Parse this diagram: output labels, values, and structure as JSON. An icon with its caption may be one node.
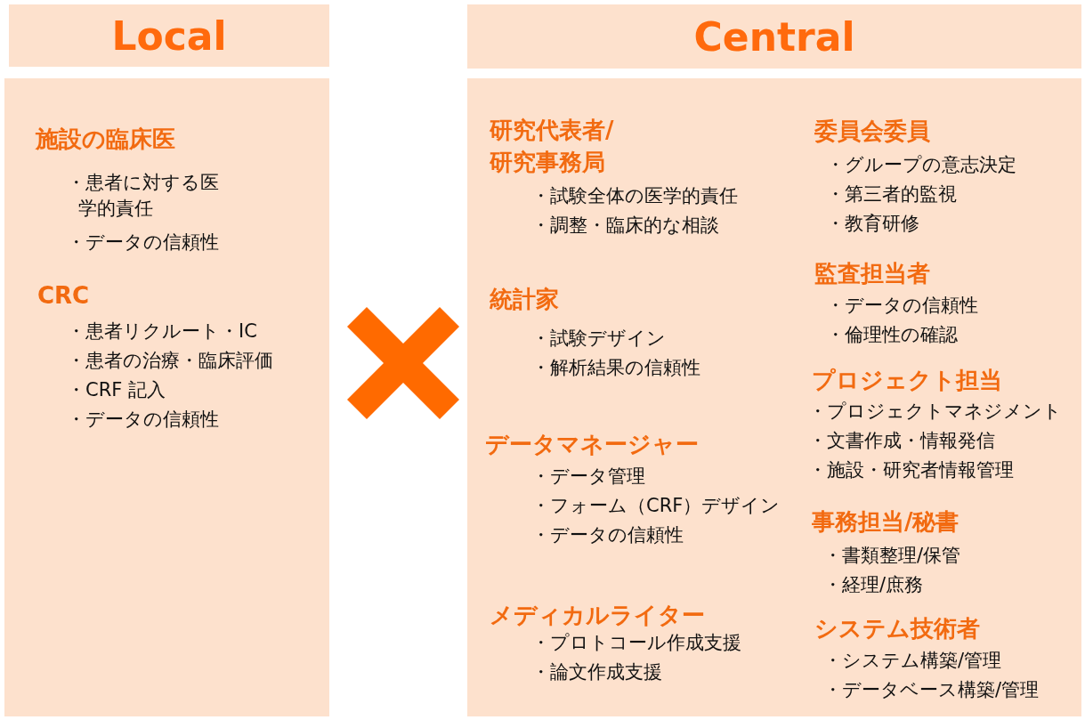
{
  "diagram": {
    "nodes": [
      {
        "text": [
          "Local"
        ]
      },
      {
        "text": [
          "施設の臨床医",
          "・患者に対する医学的責任",
          "・データの信頼性",
          "CRC",
          "・患者リクルート・IC",
          "・患者の治療・臨床評価",
          "・CRF 記入",
          "・データの信頼性"
        ]
      },
      {
        "text": [
          "Central"
        ]
      },
      {
        "text": [
          "研究代表者/研究事務局",
          "・試験全体の医学的責任",
          "・調整・臨床的な相談",
          "統計家",
          "・試験デザイン",
          "・解析結果の信頼性",
          "データマネージャー",
          "・データ管理",
          "・フォーム（CRF）デザイン",
          "・データの信頼性",
          "メディカルライター",
          "・プロトコール作成支援",
          "・論文作成支援",
          "委員会委員",
          "・グループの意志決定",
          "・第三者的監視",
          "・教育研修",
          "監査担当者",
          "・データの信頼性",
          "・倫理性の確認",
          "プロジェクト担当",
          "・プロジェクトマネジメント",
          "・文書作成・情報発信",
          "・施設・研究者情報管理",
          "事務担当/秘書",
          "・書類整理/保管",
          "・経理/庶務",
          "システム技術者",
          "・システム構築/管理",
          "・データベース構築/管理"
        ]
      }
    ],
    "edges": []
  }
}
